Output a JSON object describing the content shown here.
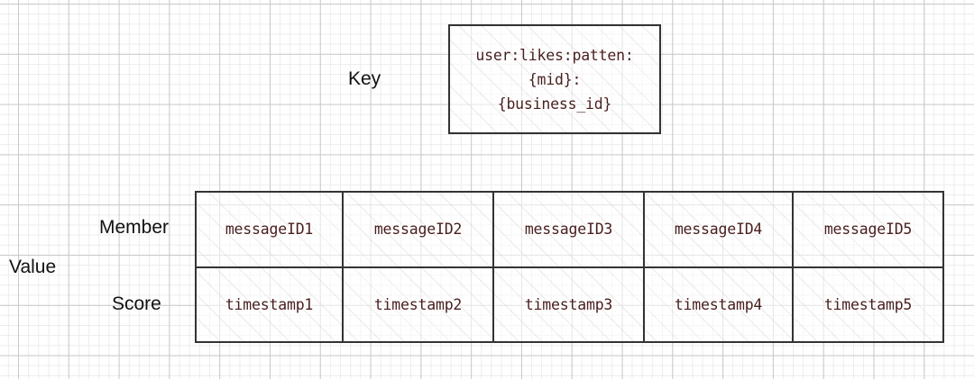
{
  "diagram": {
    "key_section": {
      "label": "Key",
      "pattern_lines": [
        "user:likes:patten:",
        "{mid}:",
        "{business_id}"
      ],
      "pattern_text": "user:likes:patten:\n{mid}:\n{business_id}"
    },
    "value_section": {
      "label": "Value",
      "rows": [
        {
          "label": "Member",
          "cells": [
            "messageID1",
            "messageID2",
            "messageID3",
            "messageID4",
            "messageID5"
          ]
        },
        {
          "label": "Score",
          "cells": [
            "timestamp1",
            "timestamp2",
            "timestamp3",
            "timestamp4",
            "timestamp5"
          ]
        }
      ]
    },
    "colors": {
      "mono_text": "#481d1d",
      "label_text": "#111111",
      "box_border": "#333333",
      "grid_major": "#c9c9c9",
      "grid_minor": "#ececec",
      "background": "#ffffff"
    }
  }
}
